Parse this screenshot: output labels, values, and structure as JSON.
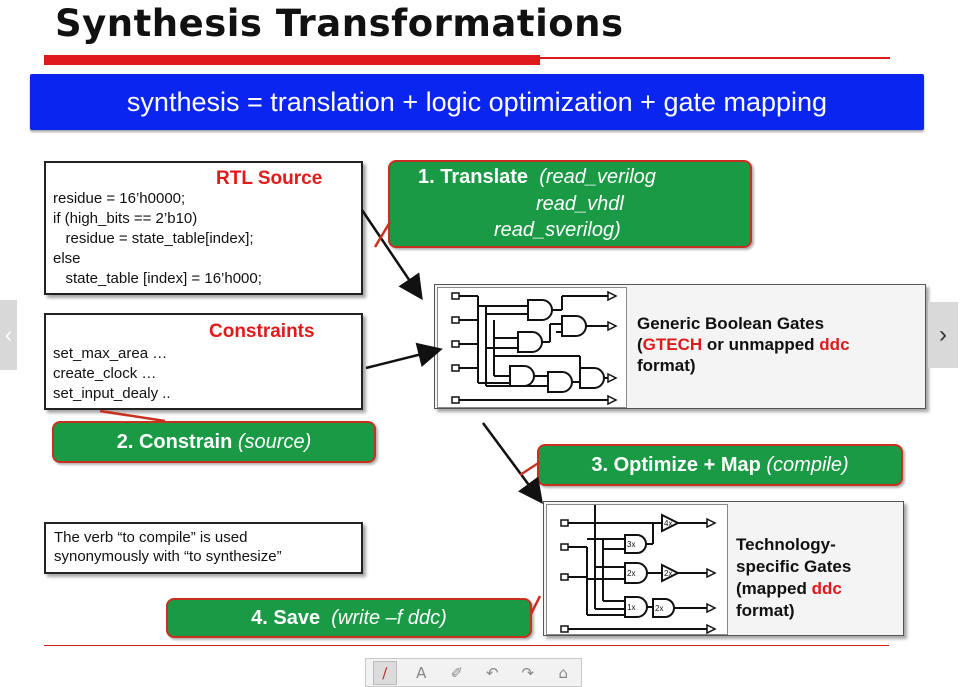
{
  "slide": {
    "title": "Synthesis Transformations",
    "banner": "synthesis = translation + logic optimization + gate mapping"
  },
  "rtl": {
    "header": "RTL Source",
    "lines": [
      "residue = 16’h0000;",
      "if (high_bits == 2’b10)",
      "   residue = state_table[index];",
      "else",
      "   state_table [index] = 16’h000;"
    ]
  },
  "constraints": {
    "header": "Constraints",
    "lines": [
      "set_max_area …",
      "create_clock …",
      "set_input_dealy .."
    ]
  },
  "note": {
    "line1": "The verb “to compile” is used",
    "line2": "synonymously with “to synthesize”"
  },
  "steps": {
    "translate": {
      "label": "1. Translate",
      "cmd1": "(read_verilog",
      "cmd2": "read_vhdl",
      "cmd3": "read_sverilog)"
    },
    "constrain": {
      "label": "2. Constrain",
      "cmd": "(source)"
    },
    "optimize": {
      "label": "3. Optimize + Map",
      "cmd": "(compile)"
    },
    "save": {
      "label": "4. Save",
      "cmd": "(write –f ddc)"
    }
  },
  "generic": {
    "line1": "Generic Boolean Gates",
    "line2_open": "(",
    "line2_red": "GTECH",
    "line2_mid": " or unmapped ",
    "line2_red2": "ddc",
    "line3": "format)"
  },
  "tech": {
    "line1": "Technology-",
    "line2": "specific Gates",
    "line3_open": "(mapped ",
    "line3_red": "ddc",
    "line4": "format)",
    "gate_labels": [
      "4x",
      "3x",
      "2x",
      "2x",
      "1x",
      "2x"
    ]
  },
  "nav": {
    "prev": "‹",
    "next": "›"
  },
  "toolbar": {
    "pen": "∕",
    "text": "A",
    "eraser": "✐",
    "undo": "↶",
    "redo": "↷",
    "lock": "⌂"
  },
  "colors": {
    "banner": "#0a25f0",
    "accent_red": "#e01a1a",
    "callout_green": "#1a9a45"
  }
}
